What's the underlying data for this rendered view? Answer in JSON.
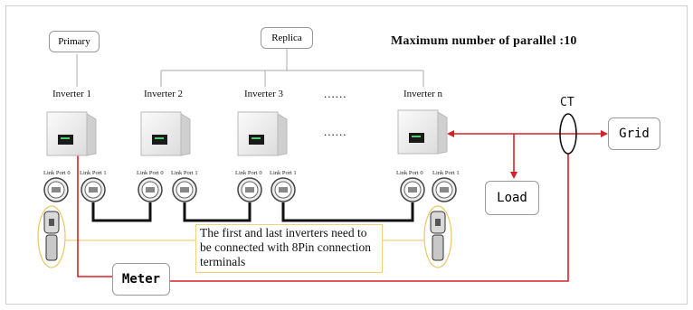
{
  "title": "Maximum number of parallel :10",
  "primary_label": "Primary",
  "replica_label": "Replica",
  "inverters": [
    {
      "name": "Inverter 1"
    },
    {
      "name": "Inverter 2"
    },
    {
      "name": "Inverter 3"
    },
    {
      "name": "Inverter n"
    }
  ],
  "ellipsis": "......",
  "port_labels": {
    "port0": "Link Port 0",
    "port1": "Link Port 1"
  },
  "ct_label": "CT",
  "grid_label": "Grid",
  "load_label": "Load",
  "meter_label": "Meter",
  "note": "The first and last inverters need to be connected with 8Pin connection terminals",
  "colors": {
    "power_line": "#d8202a",
    "link_cable": "#111111",
    "note_line": "#f1d27a",
    "connector_outline": "#e8c766"
  }
}
